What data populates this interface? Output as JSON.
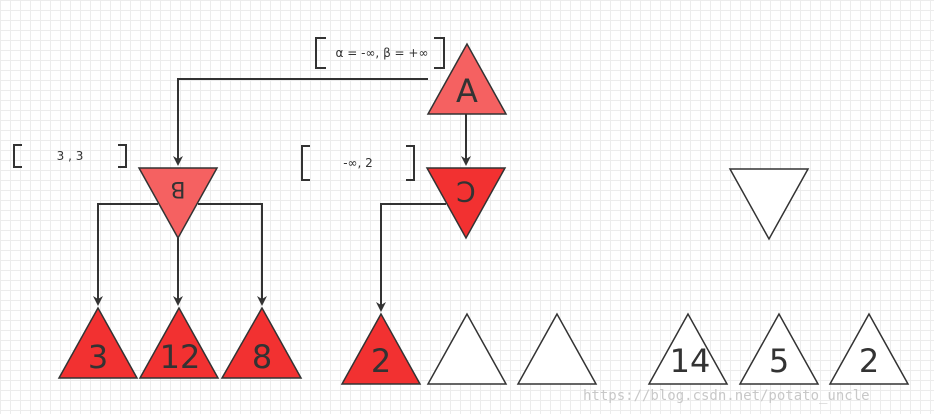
{
  "nodes": {
    "A": {
      "label": "A",
      "fill": "#f56161"
    },
    "B": {
      "label": "B",
      "fill": "#f56161"
    },
    "C": {
      "label": "C",
      "fill": "#f23131"
    }
  },
  "leaves": [
    {
      "label": "3",
      "fill": "#f23131"
    },
    {
      "label": "12",
      "fill": "#f23131"
    },
    {
      "label": "8",
      "fill": "#f23131"
    },
    {
      "label": "2",
      "fill": "#f23131"
    },
    {
      "label": "",
      "fill": "#ffffff"
    },
    {
      "label": "",
      "fill": "#ffffff"
    },
    {
      "label": "14",
      "fill": "#ffffff"
    },
    {
      "label": "5",
      "fill": "#ffffff"
    },
    {
      "label": "2",
      "fill": "#ffffff"
    }
  ],
  "empty_node_fill": "#ffffff",
  "annotations": {
    "root": "α = -∞,  β = +∞",
    "B": "3 ,  3",
    "C": "-∞,  2"
  },
  "watermark": "https://blog.csdn.net/potato_uncle"
}
